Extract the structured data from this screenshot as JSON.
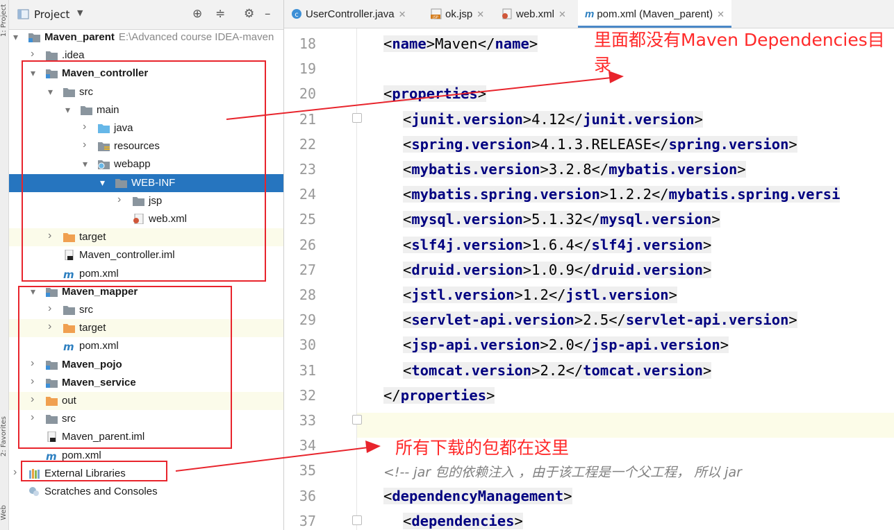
{
  "side": {
    "project_tab": "1: Project",
    "favorites_tab": "2: Favorites",
    "web_tab": "Web"
  },
  "project_panel": {
    "title": "Project",
    "caret": "▼"
  },
  "tree": [
    {
      "label": "Maven_parent",
      "bold": true,
      "path": "E:\\Advanced course IDEA-maven",
      "arrow": "⌄",
      "icon": "folder-module",
      "indent": 0
    },
    {
      "label": ".idea",
      "arrow": "›",
      "icon": "folder",
      "indent": 1
    },
    {
      "label": "Maven_controller",
      "bold": true,
      "arrow": "⌄",
      "icon": "folder-module",
      "indent": 1
    },
    {
      "label": "src",
      "arrow": "⌄",
      "icon": "folder",
      "indent": 2
    },
    {
      "label": "main",
      "arrow": "⌄",
      "icon": "folder",
      "indent": 3
    },
    {
      "label": "java",
      "arrow": "›",
      "icon": "folder-source",
      "indent": 4
    },
    {
      "label": "resources",
      "arrow": "›",
      "icon": "folder-resources",
      "indent": 4
    },
    {
      "label": "webapp",
      "arrow": "⌄",
      "icon": "folder-web",
      "indent": 4
    },
    {
      "label": "WEB-INF",
      "arrow": "⌄",
      "icon": "folder",
      "indent": 5,
      "selected": true
    },
    {
      "label": "jsp",
      "arrow": "›",
      "icon": "folder",
      "indent": 6
    },
    {
      "label": "web.xml",
      "arrow": "",
      "icon": "xml-file",
      "indent": 6
    },
    {
      "label": "target",
      "arrow": "›",
      "icon": "folder-excluded",
      "indent": 2,
      "highlight": true
    },
    {
      "label": "Maven_controller.iml",
      "arrow": "",
      "icon": "iml-file",
      "indent": 2
    },
    {
      "label": "pom.xml",
      "arrow": "",
      "icon": "maven-file",
      "indent": 2
    },
    {
      "label": "Maven_mapper",
      "bold": true,
      "arrow": "⌄",
      "icon": "folder-module",
      "indent": 1
    },
    {
      "label": "src",
      "arrow": "›",
      "icon": "folder",
      "indent": 2
    },
    {
      "label": "target",
      "arrow": "›",
      "icon": "folder-excluded",
      "indent": 2,
      "highlight": true
    },
    {
      "label": "pom.xml",
      "arrow": "",
      "icon": "maven-file",
      "indent": 2
    },
    {
      "label": "Maven_pojo",
      "bold": true,
      "arrow": "›",
      "icon": "folder-module",
      "indent": 1
    },
    {
      "label": "Maven_service",
      "bold": true,
      "arrow": "›",
      "icon": "folder-module",
      "indent": 1
    },
    {
      "label": "out",
      "arrow": "›",
      "icon": "folder-excluded",
      "indent": 1,
      "highlight": true
    },
    {
      "label": "src",
      "arrow": "›",
      "icon": "folder",
      "indent": 1
    },
    {
      "label": "Maven_parent.iml",
      "arrow": "",
      "icon": "iml-file",
      "indent": 1
    },
    {
      "label": "pom.xml",
      "arrow": "",
      "icon": "maven-file",
      "indent": 1
    },
    {
      "label": "External Libraries",
      "arrow": "›",
      "icon": "libraries",
      "indent": 0
    },
    {
      "label": "Scratches and Consoles",
      "arrow": "",
      "icon": "scratches",
      "indent": 0
    }
  ],
  "tabs": [
    {
      "label": "UserController.java",
      "icon": "java-class-icon"
    },
    {
      "label": "ok.jsp",
      "icon": "jsp-icon"
    },
    {
      "label": "web.xml",
      "icon": "xml-icon"
    },
    {
      "label": "pom.xml (Maven_parent)",
      "icon": "maven-icon",
      "active": true
    }
  ],
  "line_numbers": [
    "18",
    "19",
    "20",
    "21",
    "22",
    "23",
    "24",
    "25",
    "26",
    "27",
    "28",
    "29",
    "30",
    "31",
    "32",
    "33",
    "34",
    "35",
    "36",
    "37"
  ],
  "code_lines": [
    {
      "tag": "name",
      "value": "Maven",
      "indent": 0
    },
    {
      "blank": true
    },
    {
      "open": "properties",
      "indent": 0
    },
    {
      "tag": "junit.version",
      "value": "4.12",
      "indent": 1
    },
    {
      "tag": "spring.version",
      "value": "4.1.3.RELEASE",
      "indent": 1
    },
    {
      "tag": "mybatis.version",
      "value": "3.2.8",
      "indent": 1
    },
    {
      "tag": "mybatis.spring.version",
      "value": "1.2.2",
      "close": "mybatis.spring.versi",
      "indent": 1
    },
    {
      "tag": "mysql.version",
      "value": "5.1.32",
      "indent": 1
    },
    {
      "tag": "slf4j.version",
      "value": "1.6.4",
      "indent": 1
    },
    {
      "tag": "druid.version",
      "value": "1.0.9",
      "indent": 1
    },
    {
      "tag": "jstl.version",
      "value": "1.2",
      "indent": 1
    },
    {
      "tag": "servlet-api.version",
      "value": "2.5",
      "indent": 1
    },
    {
      "tag": "jsp-api.version",
      "value": "2.0",
      "indent": 1
    },
    {
      "tag": "tomcat.version",
      "value": "2.2",
      "indent": 1
    },
    {
      "endtag": "properties",
      "indent": 0
    },
    {
      "blank": true
    },
    {
      "blank": true
    },
    {
      "comment": "<!-- jar 包的依赖注入 ，由于该工程是一个父工程， 所以 jar",
      "indent": 0
    },
    {
      "open": "dependencyManagement",
      "indent": 0
    },
    {
      "open": "dependencies",
      "indent": 1
    }
  ],
  "annotations": {
    "note1": "里面都没有Maven Dependencies目录",
    "note2": "所有下载的包都在这里"
  },
  "colors": {
    "selection": "#2675bf",
    "annotation": "#e8242c",
    "tag": "#000080"
  }
}
